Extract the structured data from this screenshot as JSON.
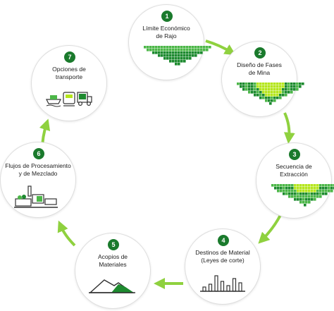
{
  "steps": [
    {
      "number": "1",
      "label": [
        "Límite Económico",
        "de Rajo"
      ],
      "icon": "pit-limit-icon"
    },
    {
      "number": "2",
      "label": [
        "Diseño de Fases",
        "de Mina"
      ],
      "icon": "mine-phases-icon"
    },
    {
      "number": "3",
      "label": [
        "Secuencia de",
        "Extracción"
      ],
      "icon": "extraction-sequence-icon"
    },
    {
      "number": "4",
      "label": [
        "Destinos de Material",
        "(Leyes de corte)"
      ],
      "icon": "bar-chart-icon"
    },
    {
      "number": "5",
      "label": [
        "Acopios de",
        "Materiales"
      ],
      "icon": "stockpile-icon"
    },
    {
      "number": "6",
      "label": [
        "Flujos de Procesamiento",
        "y de Mezclado"
      ],
      "icon": "processing-plant-icon"
    },
    {
      "number": "7",
      "label": [
        "Opciones de",
        "transporte"
      ],
      "icon": "transport-icon"
    }
  ],
  "colors": {
    "accent": "#1a7a2c",
    "arrow": "#8fd13f",
    "green_dark": "#1d8a2f",
    "green_mid": "#4cb748",
    "green_light": "#b5e61d",
    "icon_dark": "#333333"
  }
}
